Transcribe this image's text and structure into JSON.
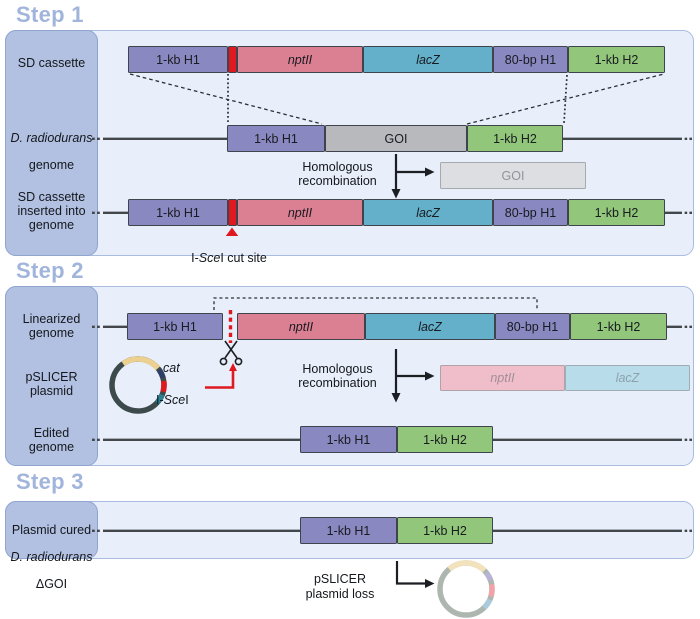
{
  "figure": {
    "type": "gene-deletion-workflow-diagram",
    "organism": "D. radiodurans",
    "method": "pSLICER"
  },
  "blocks": {
    "h1_1kb": "1-kb H1",
    "nptii": "nptII",
    "lacz": "lacZ",
    "h1_80bp": "80-bp H1",
    "h2_1kb": "1-kb H2",
    "goi": "GOI"
  },
  "step1": {
    "title": "Step 1",
    "sidebar": {
      "sd_cassette": "SD cassette",
      "genome_species": "D. radiodurans",
      "genome_word": "genome",
      "inserted": "SD cassette\ninserted into\ngenome"
    },
    "homologous_recombination": "Homologous\nrecombination",
    "cut_site": {
      "pre": "I-",
      "enzyme": "Sce",
      "post": "I cut site"
    }
  },
  "step2": {
    "title": "Step 2",
    "sidebar": {
      "linearized": "Linearized\ngenome",
      "plasmid": "pSLICER\nplasmid",
      "edited": "Edited\ngenome"
    },
    "plasmid_genes": {
      "cat": "cat",
      "scei": {
        "pre": "I-",
        "enzyme": "Sce",
        "post": "I"
      }
    },
    "homologous_recombination": "Homologous\nrecombination"
  },
  "step3": {
    "title": "Step 3",
    "sidebar": {
      "line1": "Plasmid cured",
      "species": "D. radiodurans",
      "line3": "ΔGOI"
    },
    "plasmid_loss": "pSLICER\nplasmid loss"
  },
  "colors": {
    "homology_arm_purple": "#8a88c0",
    "nptii_pink": "#db7f92",
    "lacz_blue": "#64afca",
    "h2_green": "#92c77b",
    "cut_site_red": "#e0181f",
    "goi_gray": "#b7b9bc",
    "faded_goi_gray": "#dcdee1",
    "faded_nptii_pink": "#f0bdca",
    "faded_lacz_blue": "#b9dcea",
    "panel_bg": "#e9effa",
    "panel_border": "#a9bcdf",
    "sidebar_bg": "#b2c1e2",
    "step_header_blue": "#a1b5dc",
    "genome_line_gray": "#43474c",
    "plasmid_ring_dark": "#3d4a4b",
    "plasmid_cat_yellow": "#ecd08f",
    "plasmid_navy": "#2e3f68",
    "plasmid_teal": "#2b7f8f",
    "faded_plasmid_ring": "#aeb6b0"
  }
}
